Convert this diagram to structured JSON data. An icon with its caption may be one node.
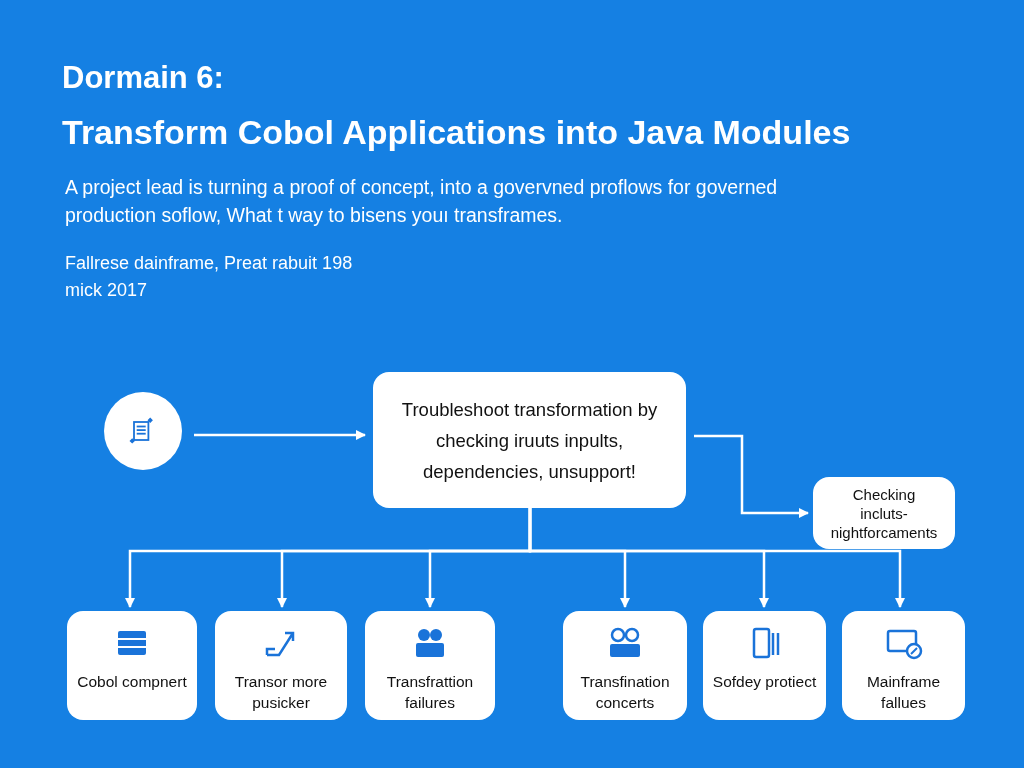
{
  "diagram": {
    "title": "Dormain 6:",
    "nodes": [
      {
        "text": [],
        "shape": "circle"
      },
      {
        "text": [
          "Troubleshoot transformation by checking iruuts inpults, dependencies, unsupport!"
        ]
      },
      {
        "text": [
          "Checking incluts- nightforcaments"
        ]
      },
      {
        "text": [
          "Cobol compnert"
        ]
      },
      {
        "text": [
          "Transor more pusicker"
        ]
      },
      {
        "text": [
          "Transfrattion failures"
        ]
      },
      {
        "text": [
          "Transfination concerts"
        ]
      },
      {
        "text": [
          "Sofdey protiect"
        ]
      },
      {
        "text": [
          "Mainframe fallues"
        ]
      }
    ],
    "edges": [
      {
        "from": 0,
        "to": 1,
        "arrow": "to"
      },
      {
        "from": 1,
        "to": 2,
        "arrow": "to"
      },
      {
        "from": 1,
        "to": 3,
        "arrow": "to"
      },
      {
        "from": 1,
        "to": 4,
        "arrow": "to"
      },
      {
        "from": 1,
        "to": 5,
        "arrow": "to"
      },
      {
        "from": 1,
        "to": 6,
        "arrow": "to"
      },
      {
        "from": 1,
        "to": 7,
        "arrow": "to"
      },
      {
        "from": 1,
        "to": 8,
        "arrow": "to"
      }
    ],
    "labels": [
      "Transform Cobol Applications into Java Modules",
      "A project lead is turning a proof of concept, into a govervned proflows for governed production soflow, What t way to bisens youı transframes.",
      "Fallrese dainframe, Preat rabuit 198 mick 2017"
    ]
  }
}
